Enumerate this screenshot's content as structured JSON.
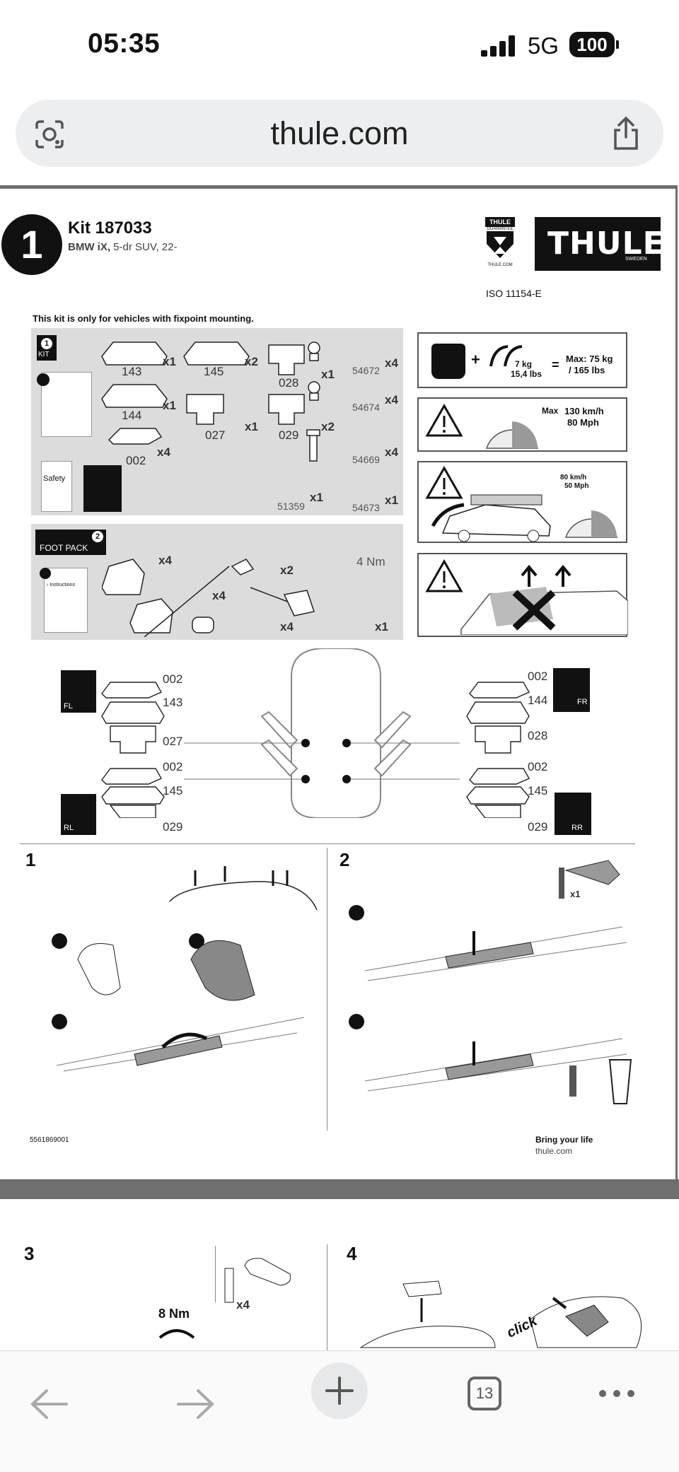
{
  "status_bar": {
    "time": "05:35",
    "network": "5G",
    "battery": "100"
  },
  "browser": {
    "url": "thule.com"
  },
  "doc": {
    "step_number": "1",
    "kit_title": "Kit 187033",
    "vehicle_bold": "BMW iX,",
    "vehicle_rest": " 5-dr SUV, 22-",
    "logo_text": "THULE",
    "logo_sub": "SWEDEN",
    "badge_top": "THULE",
    "badge_sub": "GUARANTEE",
    "badge_url": "THULE.COM",
    "iso": "ISO 11154-E",
    "note": "This kit is only for vehicles with fixpoint mounting.",
    "kit_label": "KIT",
    "kit_num": "1",
    "safety": "Safety",
    "parts": {
      "p143": "143",
      "p145": "145",
      "p028": "028",
      "p144": "144",
      "p027": "027",
      "p029": "029",
      "p002": "002",
      "x1a": "x1",
      "x2a": "x2",
      "x1b": "x1",
      "x1c": "x1",
      "x1d": "x1",
      "x2b": "x2",
      "x4a": "x4",
      "s54672": "54672",
      "s54674": "54674",
      "s54669": "54669",
      "s51359": "51359",
      "s54673": "54673",
      "sx4a": "x4",
      "sx4b": "x4",
      "sx4c": "x4",
      "sx1a": "x1",
      "sx1b": "x1"
    },
    "foot_pack": "FOOT PACK",
    "foot_num": "2",
    "instructions": "› Instructions",
    "fp": {
      "x4a": "x4",
      "x4b": "x4",
      "x2": "x2",
      "x4c": "x4",
      "x1": "x1",
      "torque": "4 Nm"
    },
    "load": {
      "weight": "7 kg",
      "weight_lbs": "15,4 lbs",
      "max": "Max: 75 kg",
      "max_lbs": "/ 165 lbs"
    },
    "speed": {
      "max": "Max",
      "kmh": "130 km/h",
      "mph": "80 Mph"
    },
    "speed2": {
      "kmh": "80 km/h",
      "mph": "50 Mph"
    },
    "layout": {
      "fl": "FL",
      "fr": "FR",
      "rl": "RL",
      "rr": "RR",
      "fl_a": "002",
      "fl_b": "143",
      "fl_c": "027",
      "rl_a": "002",
      "rl_b": "145",
      "rl_c": "029",
      "fr_a": "002",
      "fr_b": "144",
      "fr_c": "028",
      "rr_a": "002",
      "rr_b": "145",
      "rr_c": "029"
    },
    "step1": "1",
    "step2": "2",
    "step2_x1": "x1",
    "code": "5561869001",
    "tagline": "Bring your life",
    "website": "thule.com",
    "step3": "3",
    "step4": "4",
    "step3_x4": "x4",
    "step3_torque": "8 Nm",
    "click": "click"
  },
  "toolbar": {
    "tabs_count": "13"
  }
}
